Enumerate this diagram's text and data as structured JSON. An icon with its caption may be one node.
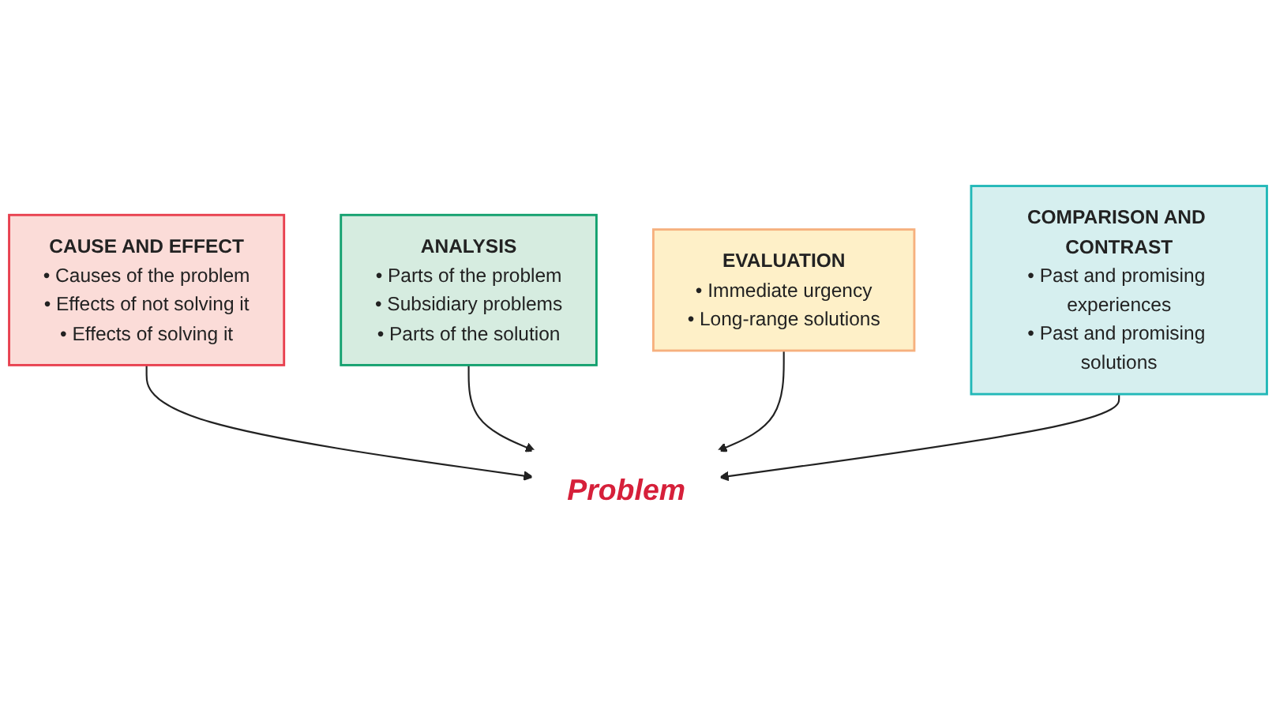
{
  "diagram": {
    "nodes": [
      {
        "text": [
          "CAUSE AND EFFECT",
          "• Causes of the problem",
          "• Effects of not solving it",
          "• Effects of solving it"
        ]
      },
      {
        "text": [
          "ANALYSIS",
          "• Parts of the problem",
          "• Subsidiary problems",
          "• Parts of the solution"
        ]
      },
      {
        "text": [
          "Problem"
        ]
      },
      {
        "text": [
          "EVALUATION",
          "• Immediate urgency",
          "• Long-range solutions"
        ]
      },
      {
        "text": [
          "COMPARISON AND CONTRAST",
          "• Past and promising experiences",
          "• Past and promising solutions"
        ]
      }
    ],
    "edges": [
      {
        "from": 0,
        "to": 2,
        "arrow": "to"
      },
      {
        "from": 1,
        "to": 2,
        "arrow": "to"
      },
      {
        "from": 3,
        "to": 2,
        "arrow": "to"
      },
      {
        "from": 4,
        "to": 2,
        "arrow": "to"
      }
    ]
  }
}
